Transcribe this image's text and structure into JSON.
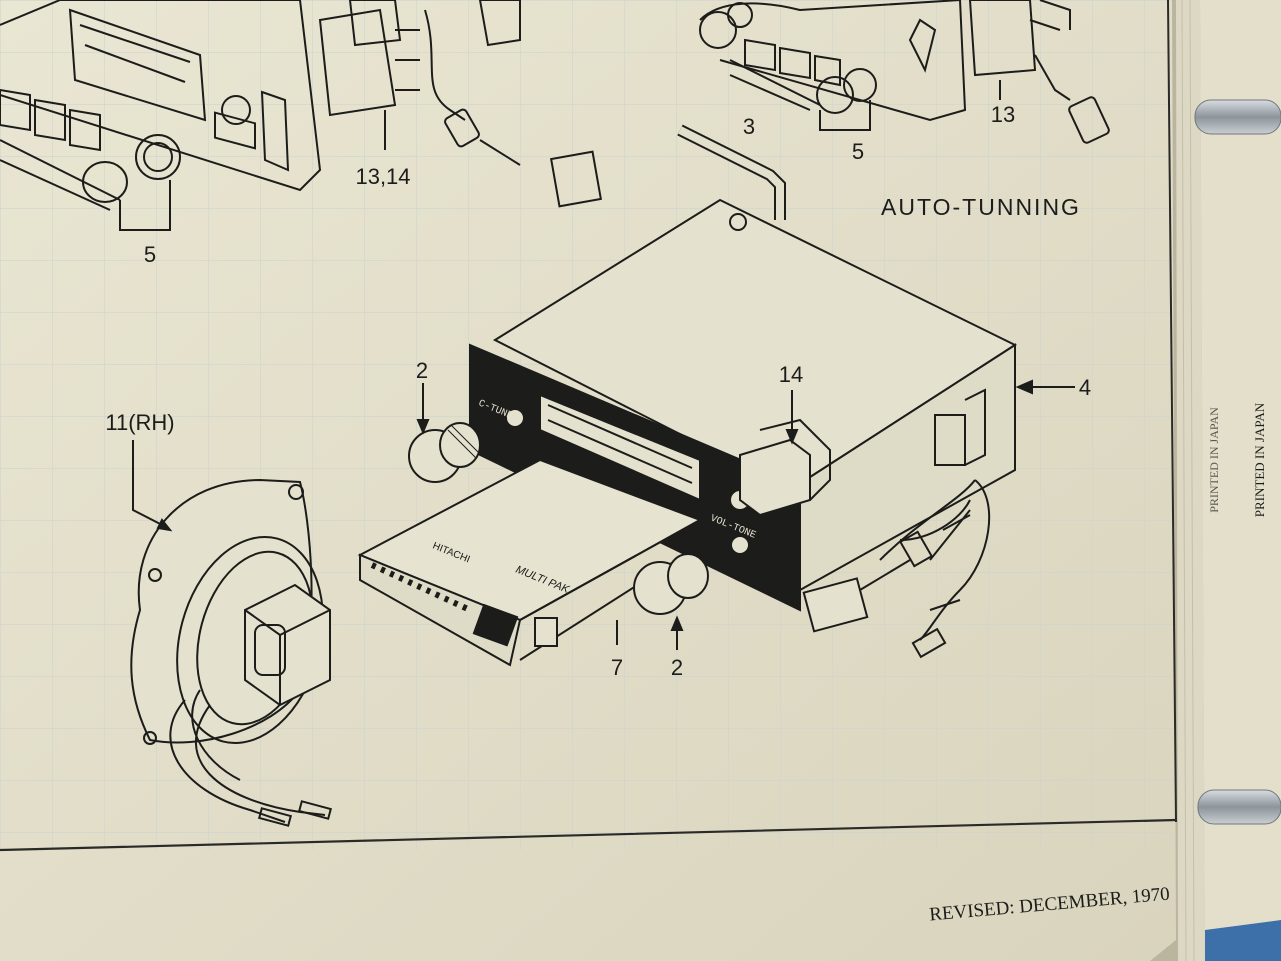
{
  "figure": {
    "heading": "AUTO-TUNNING",
    "callouts": {
      "c13_14": "13,14",
      "c5_left": "5",
      "c3": "3",
      "c5_right": "5",
      "c13": "13",
      "c2_top": "2",
      "c14": "14",
      "c4": "4",
      "c11": "11(RH)",
      "c7": "7",
      "c2_bottom": "2"
    },
    "panel_text": {
      "tune_left": "C-TUNE",
      "tune_right": "VOL-TONE",
      "brand": "HITACHI",
      "model": "MULTI PAK"
    }
  },
  "footer": {
    "revised": "REVISED: DECEMBER, 1970",
    "side_note_1": "PRINTED IN JAPAN",
    "side_note_2": "PRINTED IN JAPAN"
  },
  "colors": {
    "paper": "#e6e2cf",
    "grid": "#cfd6d2",
    "ink": "#1c1c1a",
    "ring_metal": "#9aa0a6"
  }
}
